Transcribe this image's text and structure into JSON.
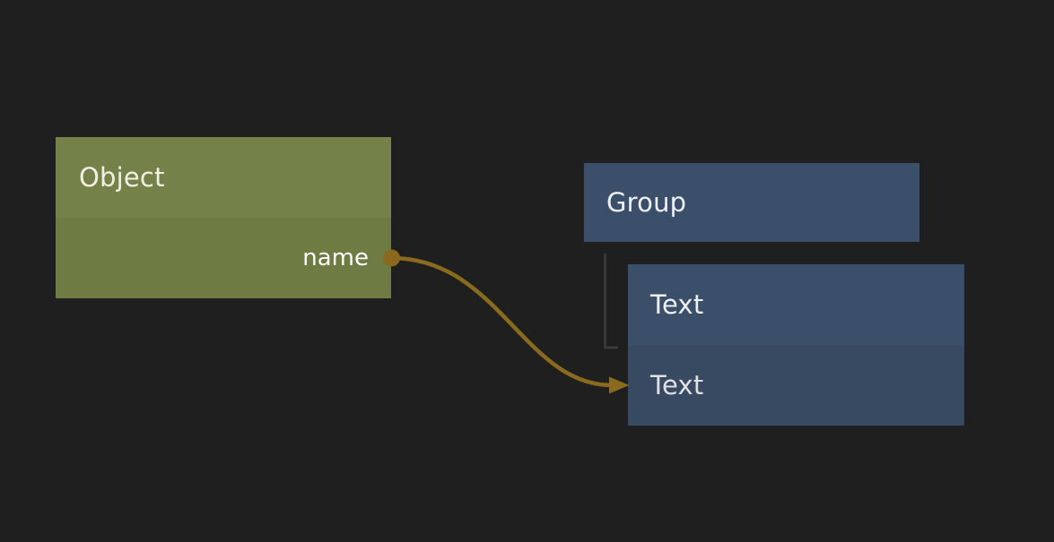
{
  "canvas": {
    "background_color": "#1f1f20"
  },
  "nodes": {
    "object": {
      "title": "Object",
      "title_color": "#f3f0e3",
      "header_color": "#74824a",
      "body_color": "#6e7b43",
      "port": {
        "label": "name",
        "label_color": "#fdfdfd",
        "dot_color": "#8a691e"
      }
    },
    "group": {
      "title": "Group",
      "title_color": "#edf0f2",
      "header_color": "#3b4e6a"
    },
    "text": {
      "title": "Text",
      "title_color": "#eef1f3",
      "row_label": "Text",
      "row_label_color": "#e7e9eb",
      "header_color": "#3b4e6a",
      "body_color": "#384a62"
    }
  },
  "connection": {
    "color": "#8a6b1e"
  },
  "tree_connector": {
    "color": "#3d3d3d"
  }
}
